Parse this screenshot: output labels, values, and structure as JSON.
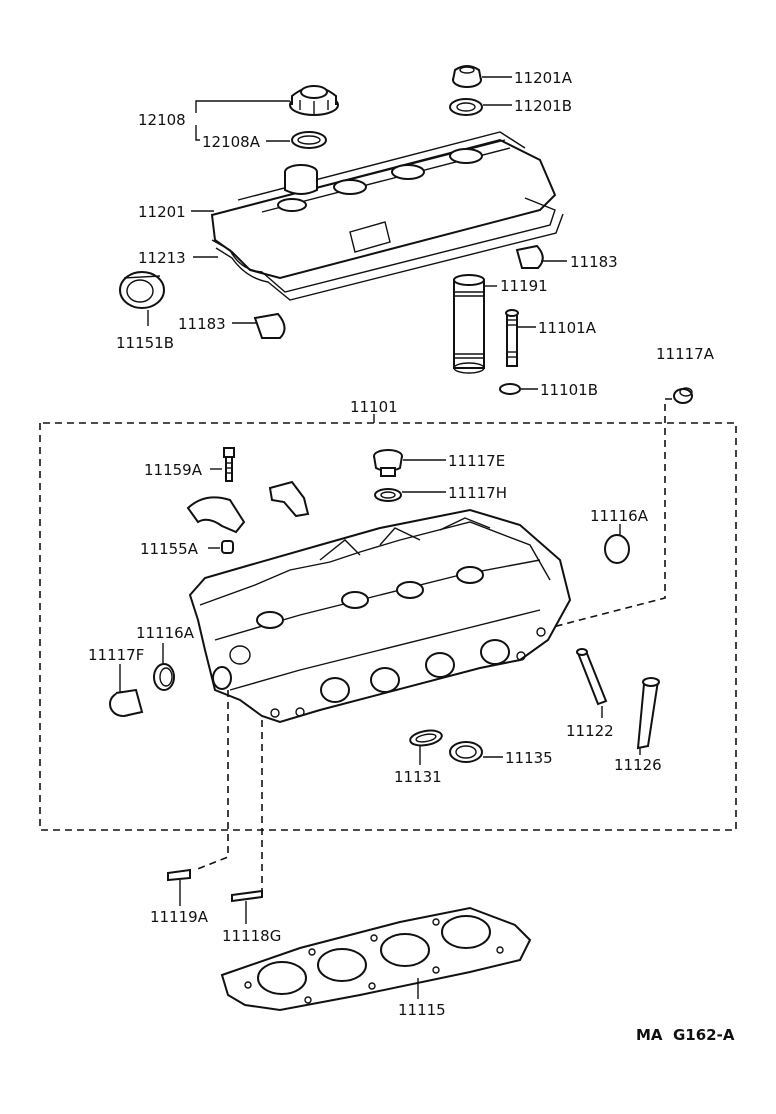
{
  "labels": {
    "p12108": "12108",
    "p12108A": "12108A",
    "p11201A": "11201A",
    "p11201B": "11201B",
    "p11201": "11201",
    "p11213": "11213",
    "p11183a": "11183",
    "p11191": "11191",
    "p11151B": "11151B",
    "p11183b": "11183",
    "p11101A": "11101A",
    "p11101B": "11101B",
    "p11117A": "11117A",
    "p11101": "11101",
    "p11159A": "11159A",
    "p11117E": "11117E",
    "p11117H": "11117H",
    "p11116Aa": "11116A",
    "p11155A": "11155A",
    "p11116Ab": "11116A",
    "p11117F": "11117F",
    "p11122": "11122",
    "p11126": "11126",
    "p11131": "11131",
    "p11135": "11135",
    "p11119A": "11119A",
    "p11118G": "11118G",
    "p11115": "11115"
  },
  "figure_code": "MA  G162-A"
}
